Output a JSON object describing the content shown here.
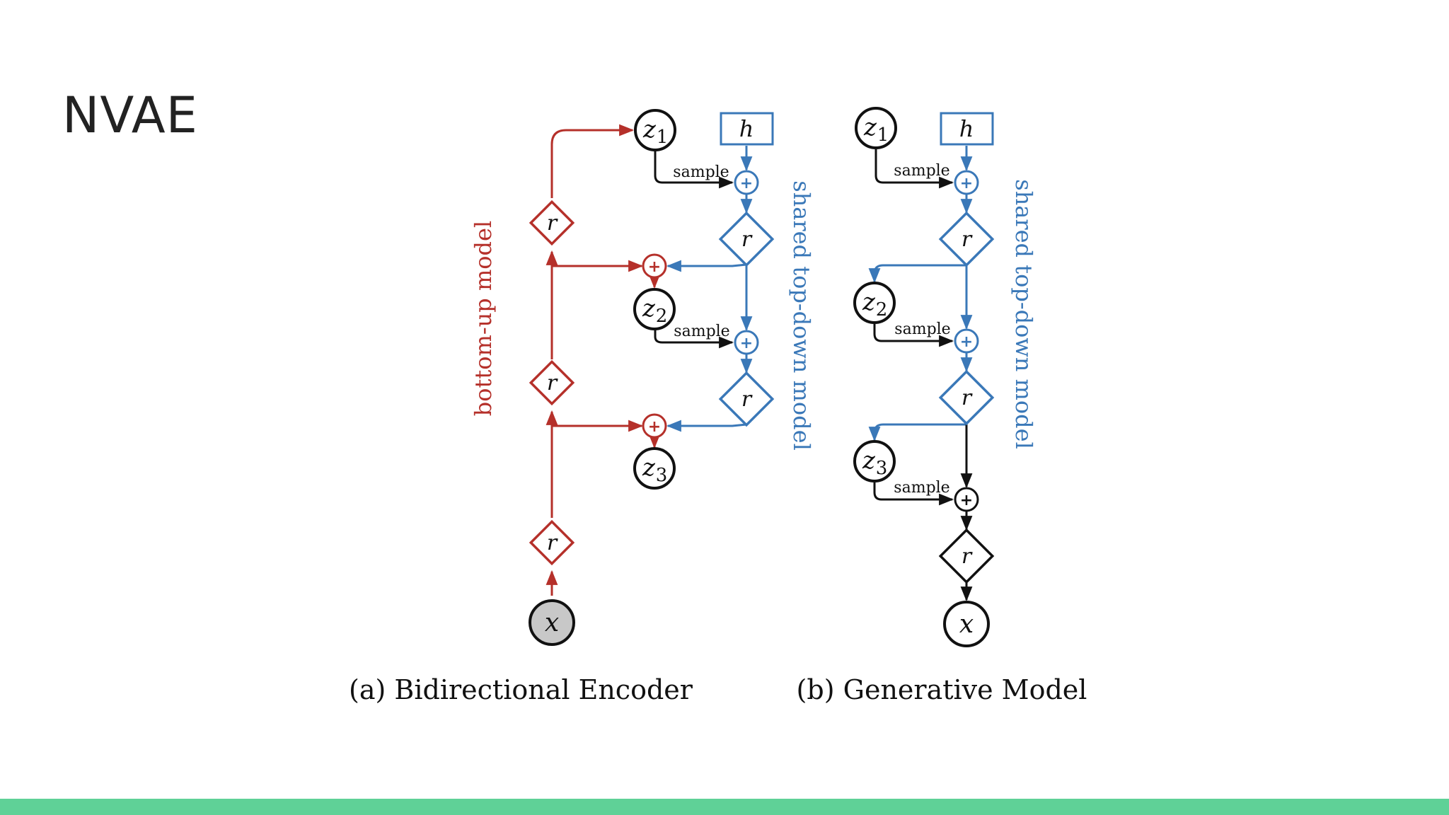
{
  "slide": {
    "title": "NVAE"
  },
  "colors": {
    "bottom_up": "#b5302a",
    "top_down": "#3a78b8",
    "black": "#111111",
    "observed_fill": "#c8c8c8",
    "footer_bar": "#5fd197"
  },
  "diagram": {
    "encoder": {
      "caption": "(a) Bidirectional Encoder",
      "side_label_left": "bottom-up model",
      "side_label_right": "shared top-down model",
      "latents": [
        "z",
        "z",
        "z"
      ],
      "latent_subscripts": [
        "1",
        "2",
        "3"
      ],
      "input_label": "x",
      "context_label": "h",
      "residual_label": "r",
      "sample_label": "sample",
      "sum_symbol": "+"
    },
    "generative": {
      "caption": "(b) Generative Model",
      "side_label_right": "shared top-down model",
      "latents": [
        "z",
        "z",
        "z"
      ],
      "latent_subscripts": [
        "1",
        "2",
        "3"
      ],
      "output_label": "x",
      "context_label": "h",
      "residual_label": "r",
      "sample_label": "sample",
      "sum_symbol": "+"
    }
  }
}
